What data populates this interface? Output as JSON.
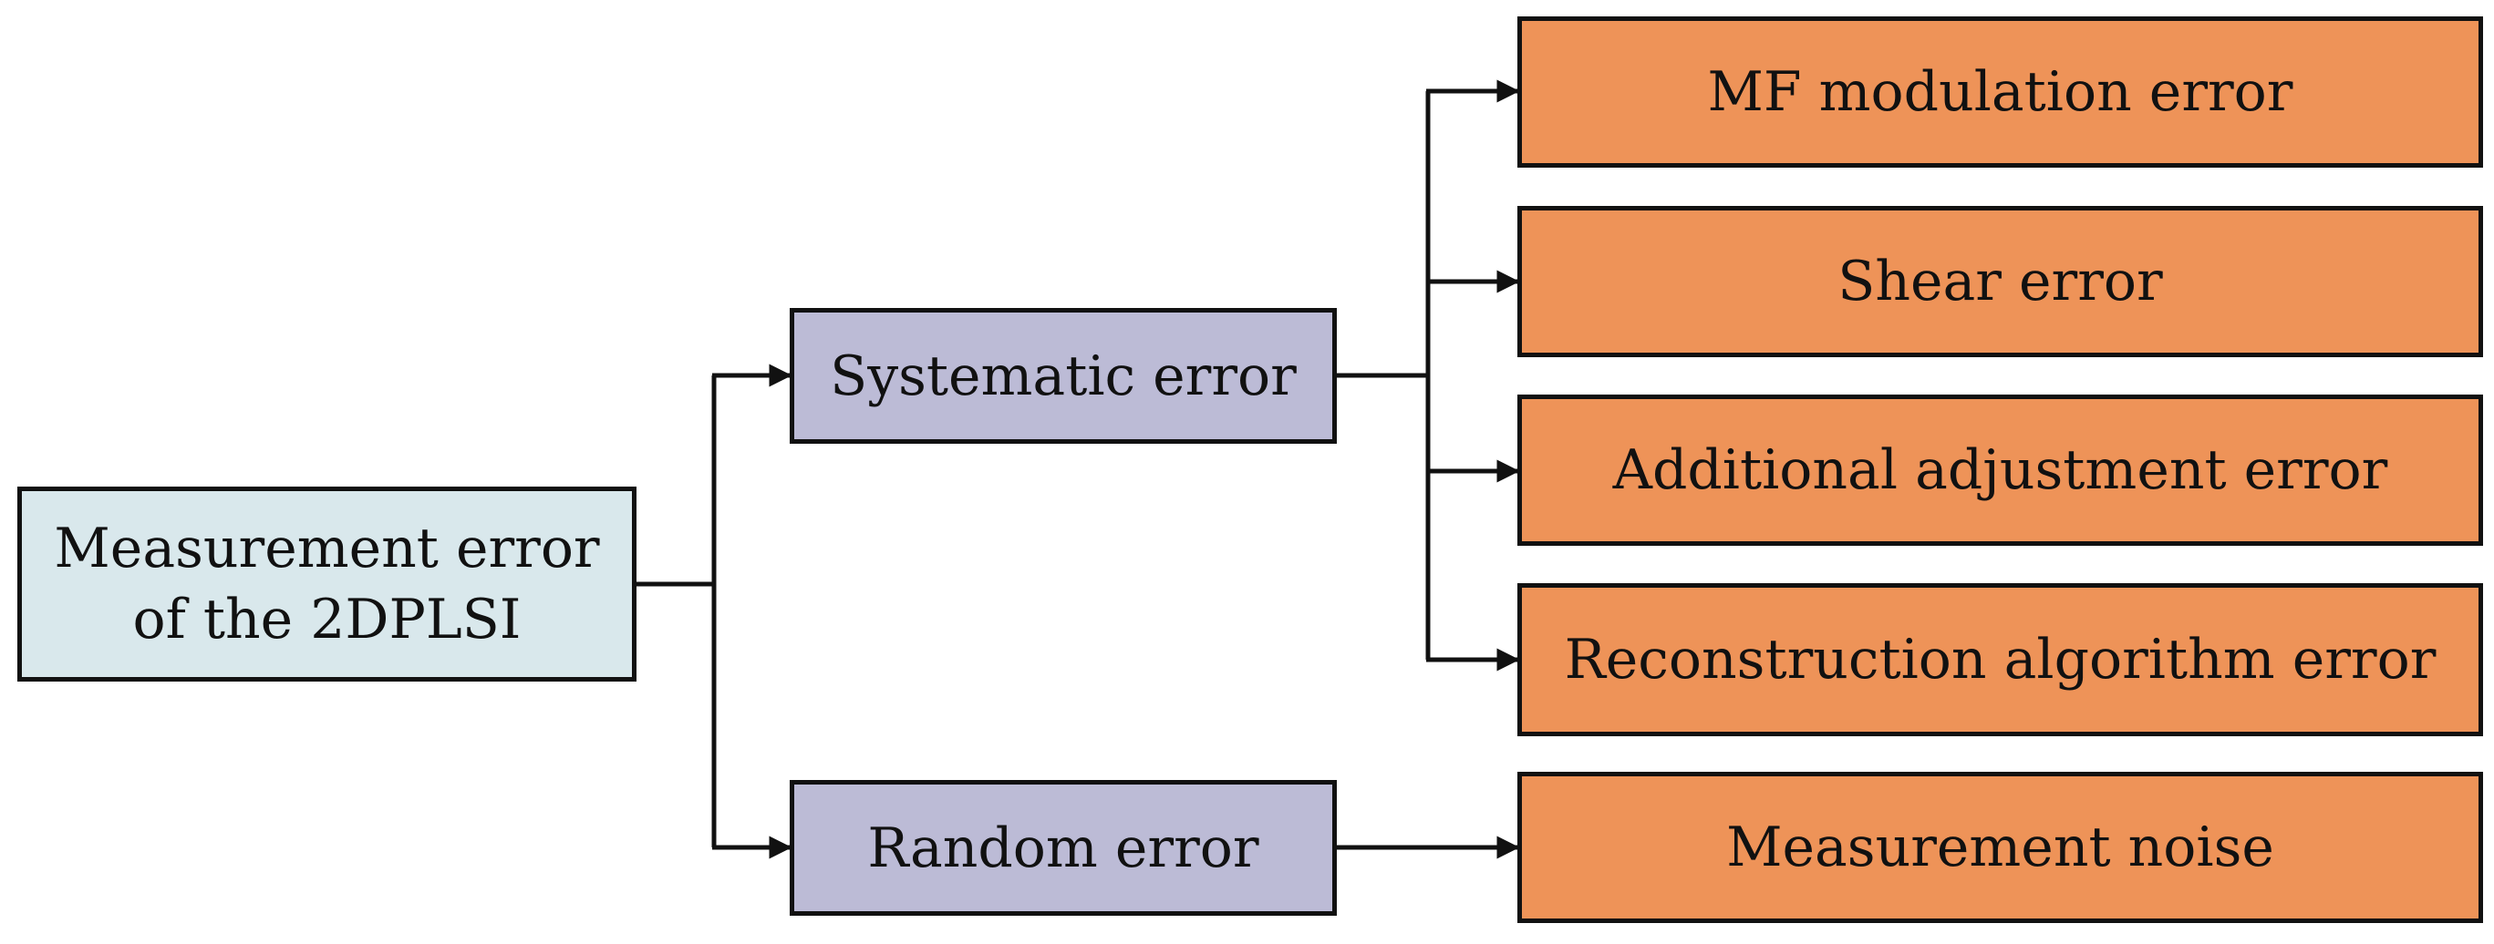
{
  "diagram": {
    "root": {
      "lines": [
        "Measurement error",
        "of  the 2DPLSI"
      ]
    },
    "branches": [
      {
        "label": "Systematic error",
        "children": [
          "MF modulation error",
          "Shear error",
          "Additional adjustment error",
          "Reconstruction algorithm error"
        ]
      },
      {
        "label": "Random error",
        "children": [
          "Measurement noise"
        ]
      }
    ],
    "colors": {
      "root_fill": "#d9e8ec",
      "branch_fill": "#bcbbd6",
      "leaf_fill": "#ee9358",
      "stroke": "#111111"
    }
  }
}
